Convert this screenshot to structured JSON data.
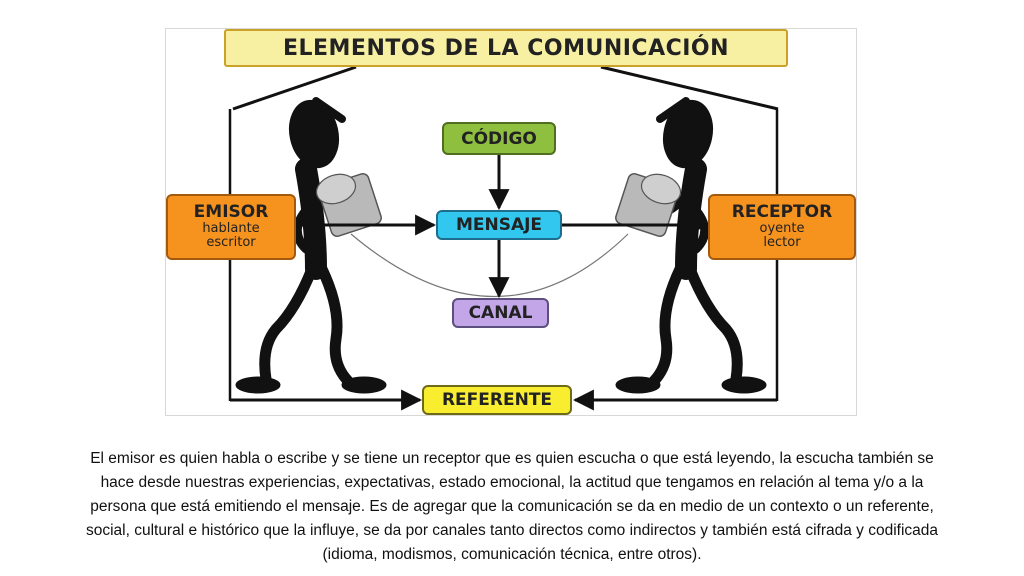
{
  "diagram": {
    "title": "ELEMENTOS DE LA COMUNICACIÓN",
    "codigo": "CÓDIGO",
    "mensaje": "MENSAJE",
    "canal": "CANAL",
    "referente": "REFERENTE",
    "emisor": {
      "title": "EMISOR",
      "line1": "hablante",
      "line2": "escritor"
    },
    "receptor": {
      "title": "RECEPTOR",
      "line1": "oyente",
      "line2": "lector"
    }
  },
  "caption": "El emisor es quien habla o escribe y se tiene un receptor que es quien escucha o que está leyendo, la escucha también se hace desde nuestras experiencias, expectativas, estado emocional, la actitud que tengamos en relación al tema y/o a la persona que está emitiendo el mensaje. Es de agregar que la comunicación se da en medio de un contexto o un referente, social, cultural e histórico que la influye, se da por canales tanto directos como indirectos y también está cifrada y codificada (idioma, modismos, comunicación técnica, entre otros).",
  "colors": {
    "title_bg": "#f7f0a2",
    "codigo_bg": "#8fbf3f",
    "mensaje_bg": "#31c7ee",
    "canal_bg": "#c3a6e8",
    "referente_bg": "#f8ed2e",
    "person_box_bg": "#f6921e",
    "figure": "#111111",
    "can": "#b9b9b9"
  }
}
